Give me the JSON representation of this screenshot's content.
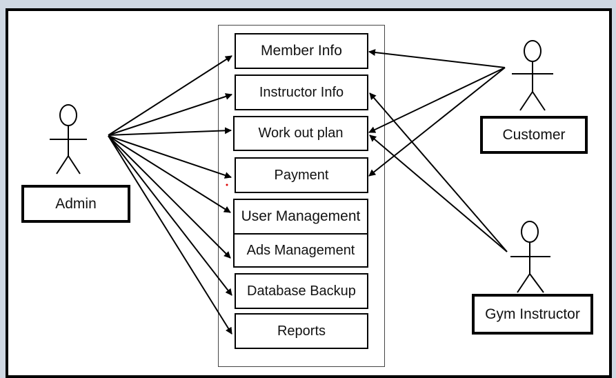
{
  "actors": {
    "admin": "Admin",
    "customer": "Customer",
    "gym_instructor": "Gym Instructor"
  },
  "use_cases": [
    "Member Info",
    "Instructor Info",
    "Work out plan",
    "Payment",
    "User Management",
    "Ads Management",
    "Database Backup",
    "Reports"
  ],
  "relations": {
    "Admin": [
      "Member Info",
      "Instructor Info",
      "Work out plan",
      "Payment",
      "User Management",
      "Ads Management",
      "Database Backup",
      "Reports"
    ],
    "Customer": [
      "Member Info",
      "Work out plan",
      "Payment"
    ],
    "Gym Instructor": [
      "Instructor Info",
      "Work out plan"
    ]
  }
}
